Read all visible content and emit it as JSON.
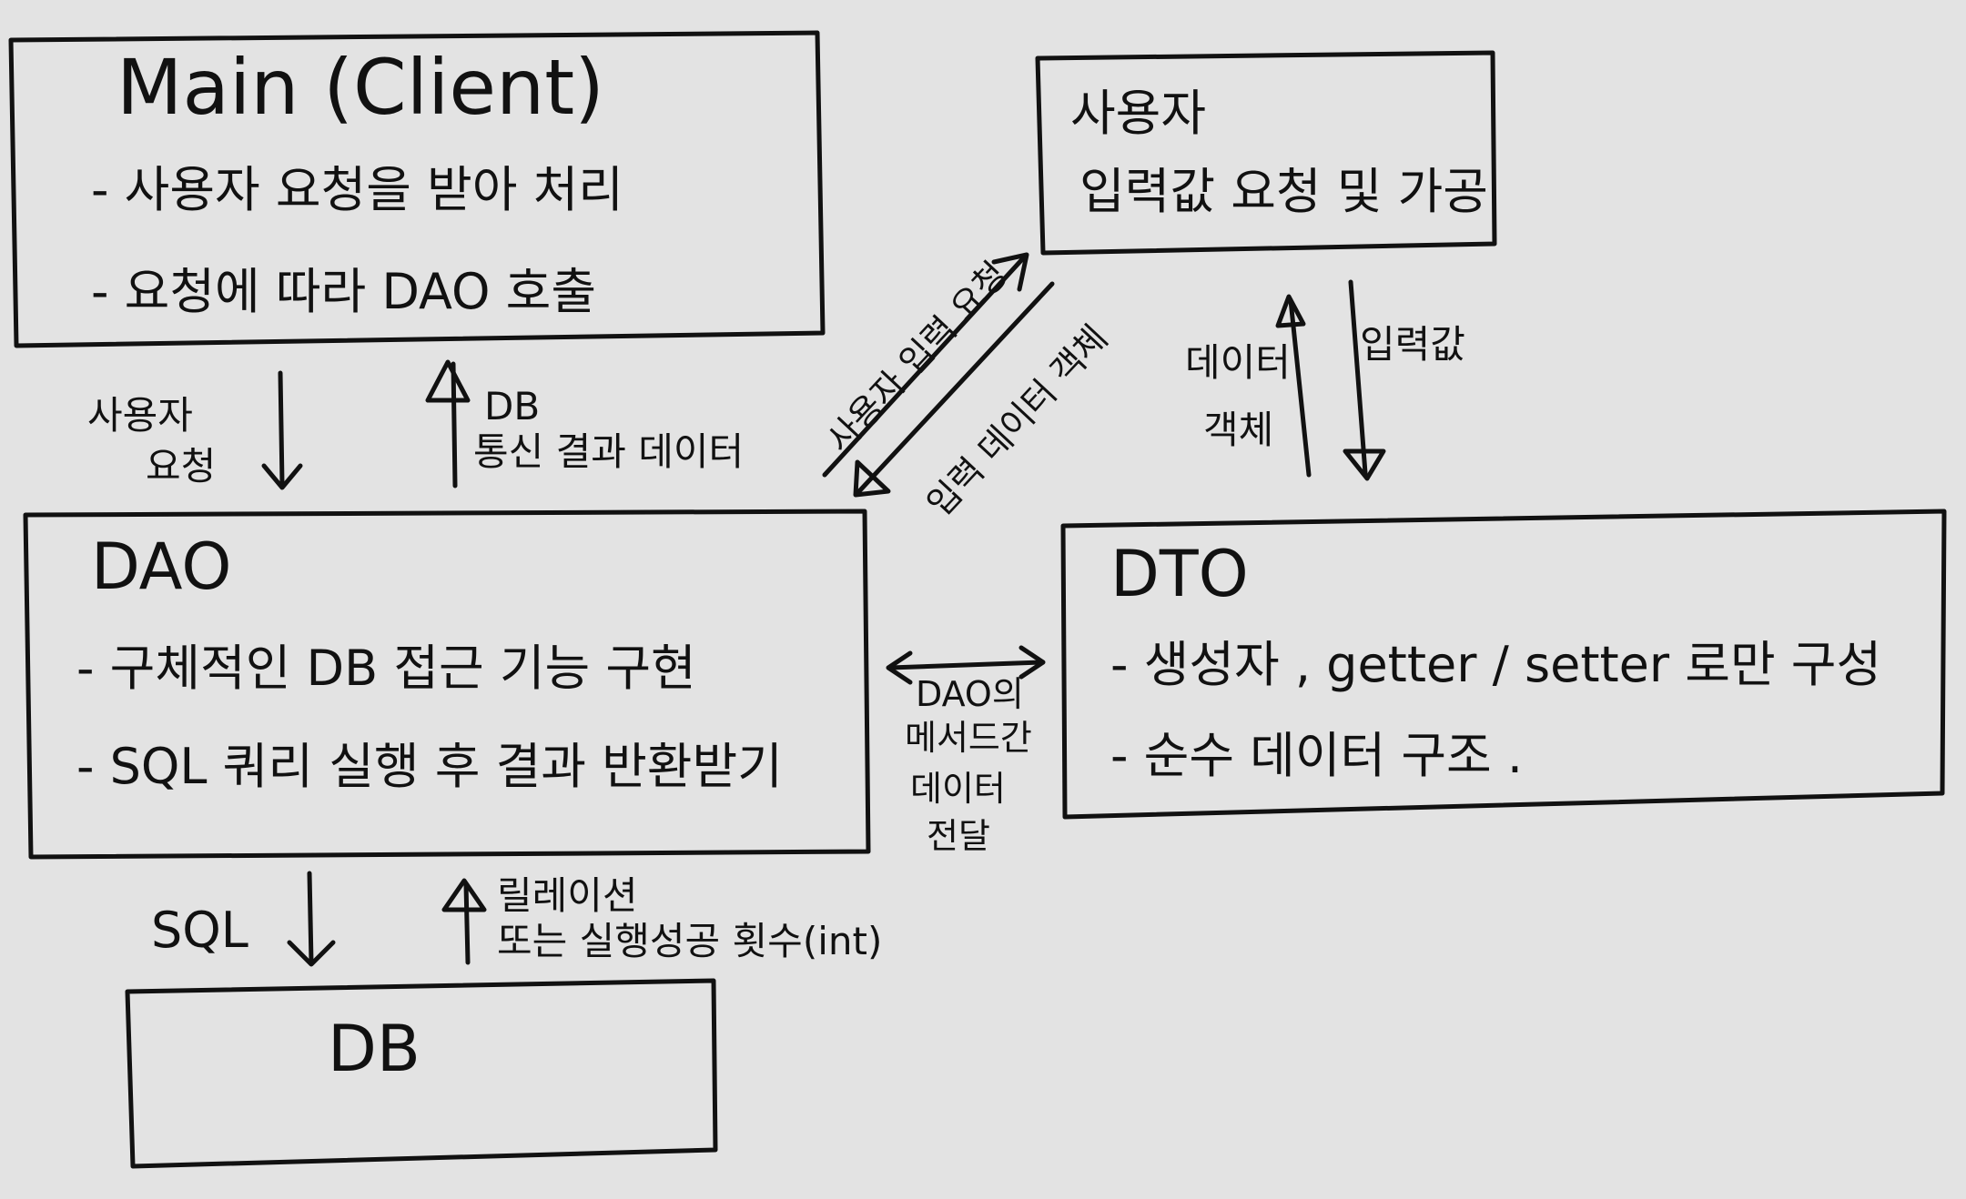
{
  "diagram": {
    "boxes": {
      "main": {
        "title": "Main (Client)",
        "lines": [
          "- 사용자 요청을 받아 처리",
          "- 요청에 따라 DAO 호출"
        ]
      },
      "user": {
        "lines": [
          "사용자",
          "입력값 요청 및 가공"
        ]
      },
      "dao": {
        "title": "DAO",
        "lines": [
          "- 구체적인 DB 접근 기능 구현",
          "- SQL 쿼리 실행 후 결과 반환받기"
        ]
      },
      "dto": {
        "title": "DTO",
        "lines": [
          "- 생성자 , getter / setter 로만 구성",
          "- 순수 데이터 구조 ."
        ]
      },
      "db": {
        "title": "DB"
      }
    },
    "arrows": {
      "main_to_dao": [
        "사용자",
        "요청"
      ],
      "dao_to_main": [
        "DB",
        "통신 결과 데이터"
      ],
      "dao_to_user": "사용자 입력 요청",
      "user_to_dao": "입력 데이터 객체",
      "dto_to_user": [
        "데이터",
        "객체"
      ],
      "user_to_dto": "입력값",
      "dao_dto": [
        "DAO의",
        "메서드간",
        "데이터",
        "전달"
      ],
      "dao_to_db": "SQL",
      "db_to_dao": [
        "릴레이션",
        "또는 실행성공 횟수(int)"
      ]
    }
  }
}
